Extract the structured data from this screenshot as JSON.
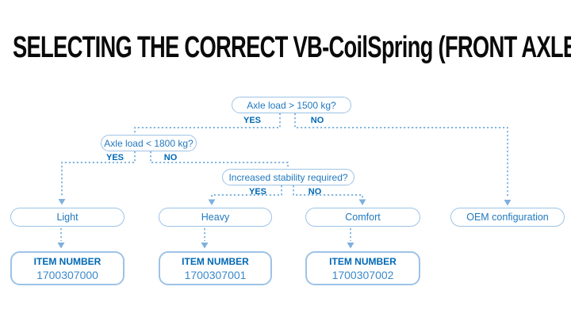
{
  "title": "SELECTING THE CORRECT VB-CoilSpring (FRONT AXLE)",
  "colors": {
    "accent_blue": "#0068b5",
    "box_border_blue": "#9dc3e6",
    "connector_blue": "#5b9fd6",
    "question_text_blue": "#2279bf",
    "item_number_blue": "#3c89c9",
    "title_black": "#0a0a0a"
  },
  "flowchart": {
    "decisions": [
      {
        "question": "Axle load > 1500 kg?",
        "yes": "YES",
        "no": "NO"
      },
      {
        "question": "Axle load < 1800 kg?",
        "yes": "YES",
        "no": "NO"
      },
      {
        "question": "Increased stability required?",
        "yes": "YES",
        "no": "NO"
      }
    ],
    "results": [
      {
        "label": "Light",
        "item_label": "ITEM NUMBER",
        "item_number": "1700307000"
      },
      {
        "label": "Heavy",
        "item_label": "ITEM NUMBER",
        "item_number": "1700307001"
      },
      {
        "label": "Comfort",
        "item_label": "ITEM NUMBER",
        "item_number": "1700307002"
      },
      {
        "label": "OEM configuration"
      }
    ]
  }
}
